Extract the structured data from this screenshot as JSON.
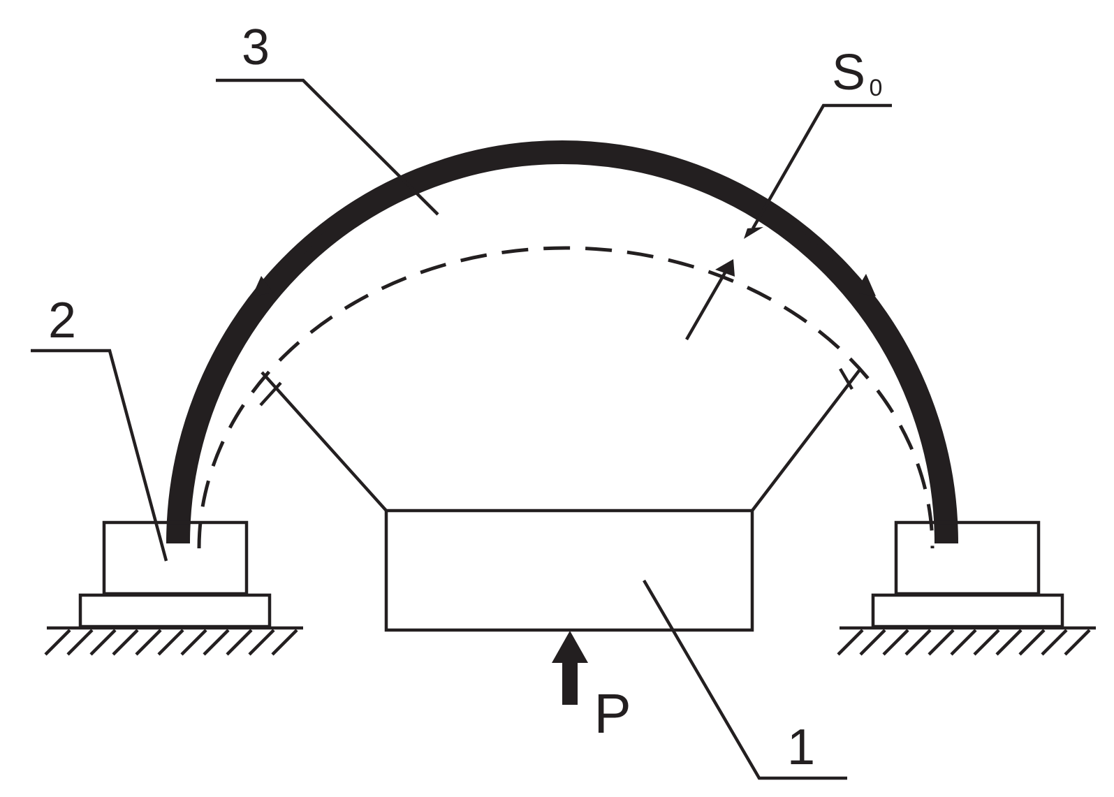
{
  "labels": {
    "part_1": "1",
    "part_2": "2",
    "part_3": "3",
    "thickness": "S",
    "thickness_sub": "0",
    "force": "P"
  },
  "colors": {
    "ink": "#231f20",
    "background": "#ffffff"
  }
}
